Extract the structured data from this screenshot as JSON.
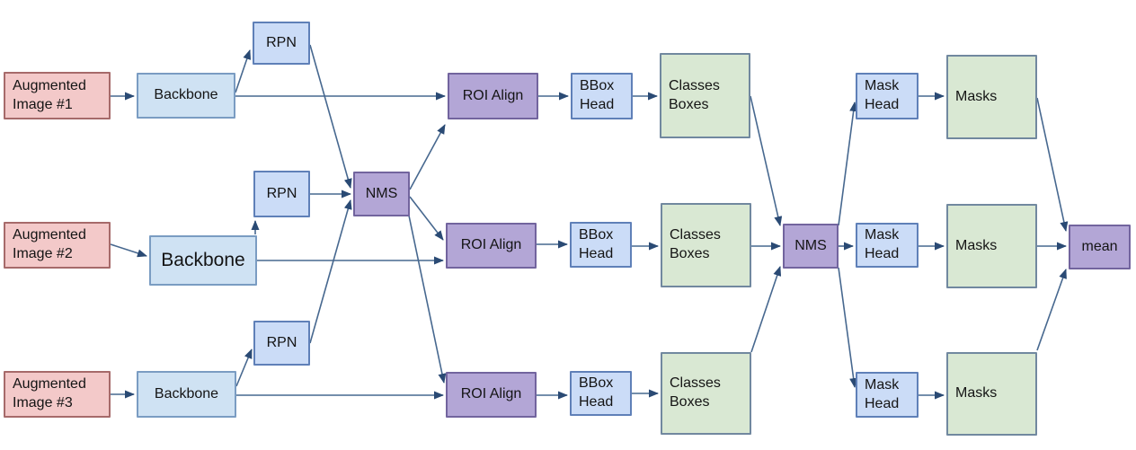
{
  "diagram": {
    "type": "flowchart",
    "nodes": {
      "aug_image_1": {
        "label": "Augmented\nImage #1"
      },
      "aug_image_2": {
        "label": "Augmented\nImage #2"
      },
      "aug_image_3": {
        "label": "Augmented\nImage #3"
      },
      "backbone_1": {
        "label": "Backbone"
      },
      "backbone_2": {
        "label": "Backbone"
      },
      "backbone_3": {
        "label": "Backbone"
      },
      "rpn_1": {
        "label": "RPN"
      },
      "rpn_2": {
        "label": "RPN"
      },
      "rpn_3": {
        "label": "RPN"
      },
      "nms_1": {
        "label": "NMS"
      },
      "roi_align_1": {
        "label": "ROI Align"
      },
      "roi_align_2": {
        "label": "ROI Align"
      },
      "roi_align_3": {
        "label": "ROI Align"
      },
      "bbox_head_1": {
        "label": "BBox\nHead"
      },
      "bbox_head_2": {
        "label": "BBox\nHead"
      },
      "bbox_head_3": {
        "label": "BBox\nHead"
      },
      "classes_boxes_1": {
        "label": "Classes\nBoxes"
      },
      "classes_boxes_2": {
        "label": "Classes\nBoxes"
      },
      "classes_boxes_3": {
        "label": "Classes\nBoxes"
      },
      "nms_2": {
        "label": "NMS"
      },
      "mask_head_1": {
        "label": "Mask\nHead"
      },
      "mask_head_2": {
        "label": "Mask\nHead"
      },
      "mask_head_3": {
        "label": "Mask\nHead"
      },
      "masks_1": {
        "label": "Masks"
      },
      "masks_2": {
        "label": "Masks"
      },
      "masks_3": {
        "label": "Masks"
      },
      "mean": {
        "label": "mean"
      }
    },
    "edges": [
      {
        "from": "aug_image_1",
        "to": "backbone_1"
      },
      {
        "from": "backbone_1",
        "to": "rpn_1"
      },
      {
        "from": "backbone_1",
        "to": "roi_align_1"
      },
      {
        "from": "rpn_1",
        "to": "nms_1"
      },
      {
        "from": "aug_image_2",
        "to": "backbone_2"
      },
      {
        "from": "backbone_2",
        "to": "rpn_2"
      },
      {
        "from": "backbone_2",
        "to": "roi_align_2"
      },
      {
        "from": "rpn_2",
        "to": "nms_1"
      },
      {
        "from": "aug_image_3",
        "to": "backbone_3"
      },
      {
        "from": "backbone_3",
        "to": "rpn_3"
      },
      {
        "from": "backbone_3",
        "to": "roi_align_3"
      },
      {
        "from": "rpn_3",
        "to": "nms_1"
      },
      {
        "from": "nms_1",
        "to": "roi_align_1"
      },
      {
        "from": "nms_1",
        "to": "roi_align_2"
      },
      {
        "from": "nms_1",
        "to": "roi_align_3"
      },
      {
        "from": "roi_align_1",
        "to": "bbox_head_1"
      },
      {
        "from": "bbox_head_1",
        "to": "classes_boxes_1"
      },
      {
        "from": "classes_boxes_1",
        "to": "nms_2"
      },
      {
        "from": "roi_align_2",
        "to": "bbox_head_2"
      },
      {
        "from": "bbox_head_2",
        "to": "classes_boxes_2"
      },
      {
        "from": "classes_boxes_2",
        "to": "nms_2"
      },
      {
        "from": "roi_align_3",
        "to": "bbox_head_3"
      },
      {
        "from": "bbox_head_3",
        "to": "classes_boxes_3"
      },
      {
        "from": "classes_boxes_3",
        "to": "nms_2"
      },
      {
        "from": "nms_2",
        "to": "mask_head_1"
      },
      {
        "from": "mask_head_1",
        "to": "masks_1"
      },
      {
        "from": "masks_1",
        "to": "mean"
      },
      {
        "from": "nms_2",
        "to": "mask_head_2"
      },
      {
        "from": "mask_head_2",
        "to": "masks_2"
      },
      {
        "from": "masks_2",
        "to": "mean"
      },
      {
        "from": "nms_2",
        "to": "mask_head_3"
      },
      {
        "from": "mask_head_3",
        "to": "masks_3"
      },
      {
        "from": "masks_3",
        "to": "mean"
      }
    ],
    "colors": {
      "augmented_image_fill": "#f3c9c9",
      "backbone_fill": "#cfe2f3",
      "rpn_bbox_mask_head_fill": "#cbdcf7",
      "nms_roi_mean_fill": "#b3a6d6",
      "classes_masks_fill": "#d9e8d3",
      "connector": "#47688f"
    }
  }
}
